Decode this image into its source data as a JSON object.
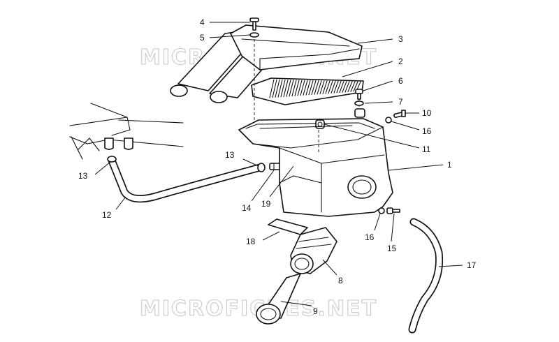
{
  "watermarks": [
    "MICROFICHES.NET",
    "MICROFICHES.NET"
  ],
  "callouts": {
    "c1": "1",
    "c2": "2",
    "c3": "3",
    "c4": "4",
    "c5": "5",
    "c6": "6",
    "c7": "7",
    "c8": "8",
    "c9": "9",
    "c10": "10",
    "c11": "11",
    "c12": "12",
    "c13a": "13",
    "c13b": "13",
    "c14": "14",
    "c15": "15",
    "c16a": "16",
    "c16b": "16",
    "c17": "17",
    "c18": "18",
    "c19": "19"
  }
}
